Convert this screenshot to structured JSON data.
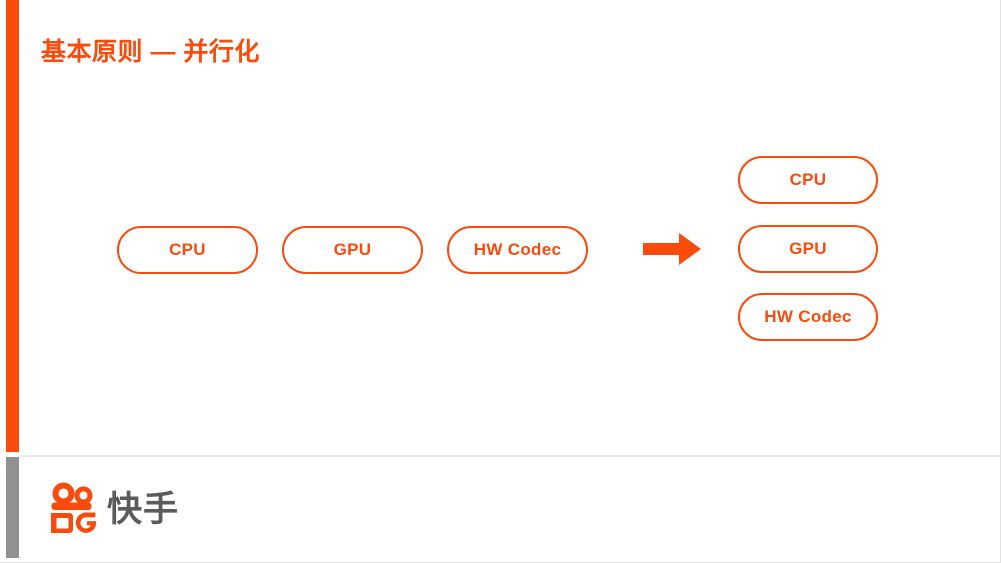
{
  "slide": {
    "title": "基本原则 — 并行化",
    "accent_color": "#fa4a0c",
    "gray_color": "#919191",
    "background": "#ffffff"
  },
  "diagram": {
    "left_row": [
      {
        "label": "CPU"
      },
      {
        "label": "GPU"
      },
      {
        "label": "HW Codec"
      }
    ],
    "arrow": {
      "name": "right-arrow",
      "direction": "right"
    },
    "right_column": [
      {
        "label": "CPU"
      },
      {
        "label": "GPU"
      },
      {
        "label": "HW Codec"
      }
    ]
  },
  "footer": {
    "brand_name": "快手",
    "logo_icon": "kuaishou-camera-icon"
  }
}
